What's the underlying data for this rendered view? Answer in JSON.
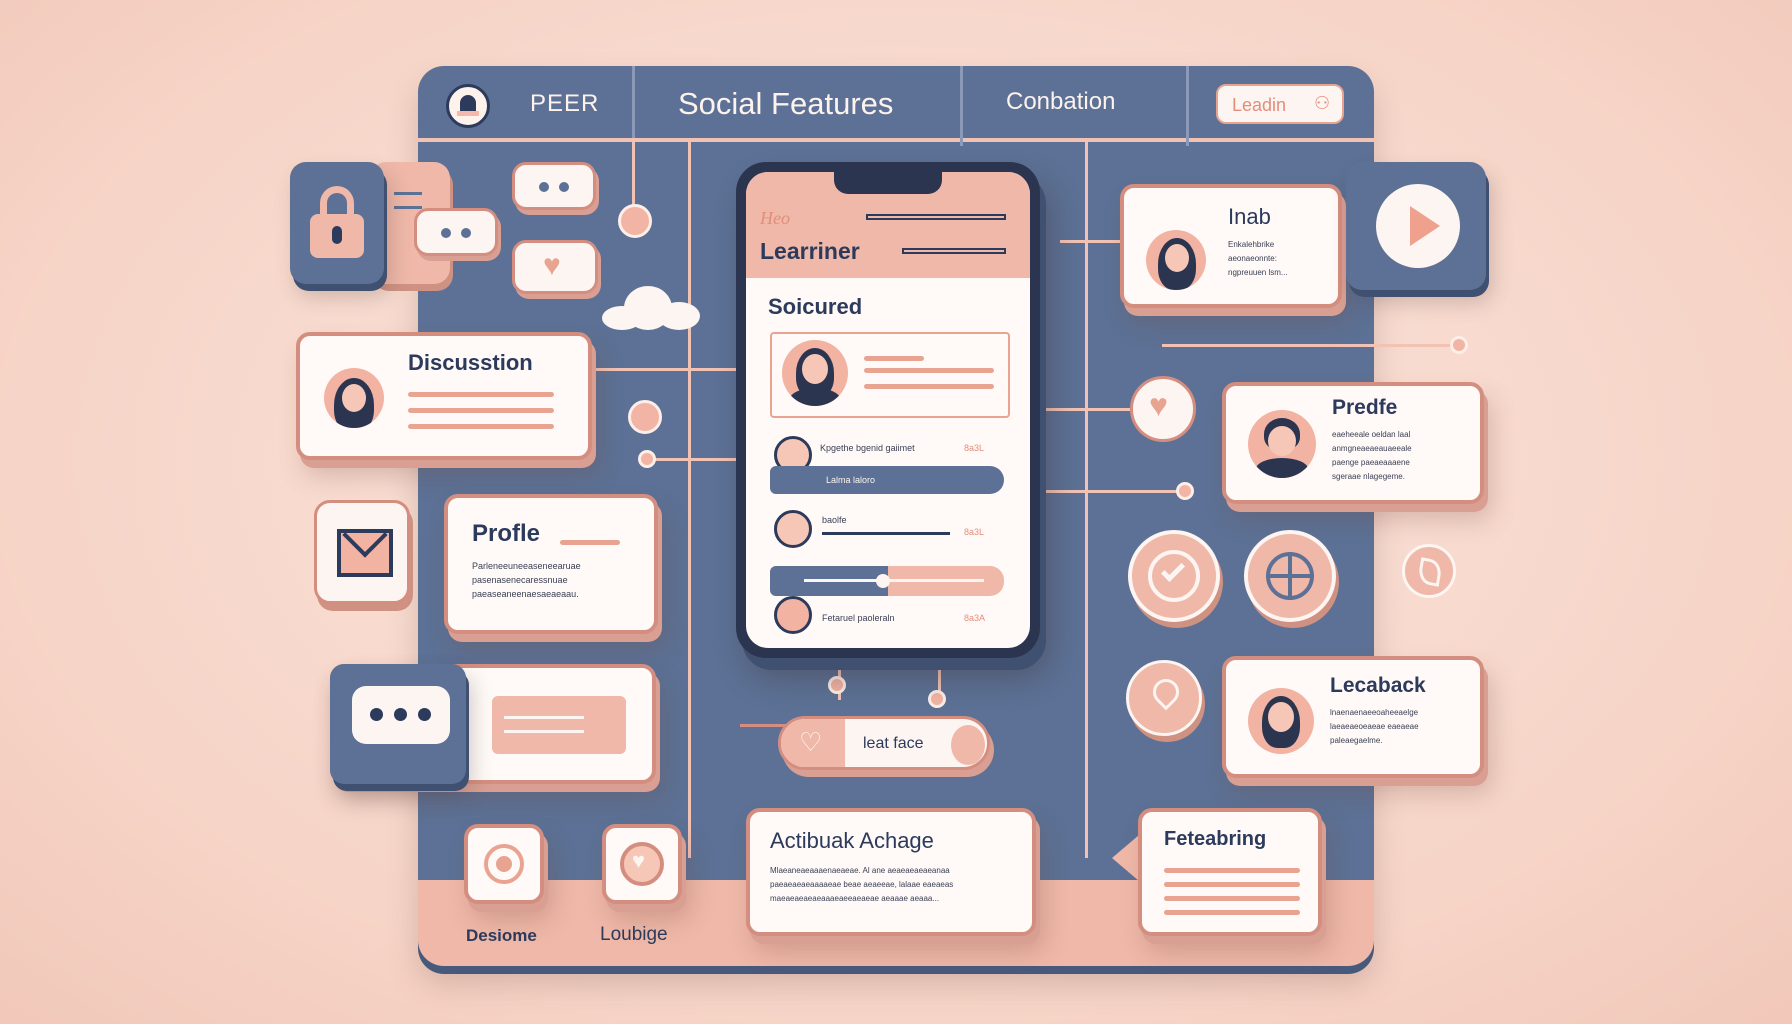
{
  "header": {
    "brand": "PEER",
    "title": "Social Features",
    "nav_item": "Conbation",
    "button": "Leadin"
  },
  "phone": {
    "top_label": "Heo",
    "title": "Learriner",
    "section": "Soicured",
    "row1_text": "Kpgethe bgenid gaiimet",
    "row1_badge": "8a3L",
    "row1_bar_label": "Lalma laloro",
    "row2_text": "baolfe",
    "row2_badge": "8a3L",
    "row3_text": "Fetaruel paoleraln",
    "row3_badge": "8a3A"
  },
  "cards": {
    "discussion_title": "Discusstion",
    "profile_left_title": "Profle",
    "profile_left_lines": [
      "Parleneeuneeaseneearuae",
      "pasenasenecaressnuae",
      "paeaseaneenaesaeaeaau."
    ],
    "inab_title": "Inab",
    "inab_lines": [
      "Enkalehbrike",
      "aeonaeonnte:",
      "ngpreuuen lsm..."
    ],
    "predfe_title": "Predfe",
    "predfe_lines": [
      "eaeheeale oeldan laal",
      "anmgneaeaeauaeeale",
      "paenge paeaeaaaene",
      "sgeraae nlagegeme."
    ],
    "lecaback_title": "Lecaback",
    "lecaback_lines": [
      "lnaenaenaeeoaheeaelge",
      "laeaeaeoeaeae eaeaeae",
      "paleaegaelme."
    ],
    "activity_title": "Actibuak Achage",
    "activity_lines": [
      "Mlaeaneaeaaaenaeaeae. Al ane aeaeaeaeaeanaa",
      "paeaeaeaeaaaaeae beae aeaeeae, lalaae eaeaeas",
      "maeaeaeaeaeaaaeaeeaeaeae aeaaae aeaaa..."
    ],
    "featuring_title": "Feteabring",
    "pill_label": "leat face"
  },
  "bottom_labels": {
    "left": "Desiome",
    "right": "Loubige"
  },
  "colors": {
    "board": "#5c7195",
    "accent": "#efb8a8",
    "card_border": "#d48e80",
    "text_dark": "#2c3a5c"
  },
  "icons": [
    "lock-icon",
    "chat-bubble-icon",
    "heart-icon",
    "cloud-icon",
    "mail-icon",
    "play-icon",
    "check-badge-icon",
    "globe-icon",
    "leaf-icon",
    "location-pin-icon"
  ]
}
